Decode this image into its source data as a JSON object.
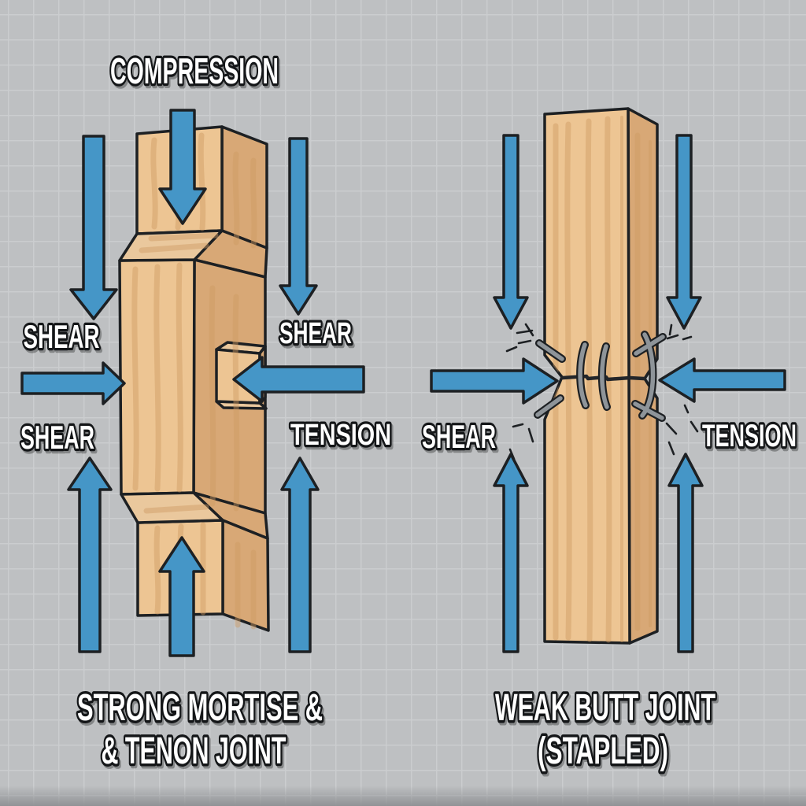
{
  "title": "Wood joint forces diagram",
  "labels": {
    "compression": "COMPRESSION",
    "left_shear_top": "SHEAR",
    "left_shear_right": "SHEAR",
    "left_shear_bottom": "SHEAR",
    "left_tension": "TENSION",
    "right_shear": "SHEAR",
    "right_tension": "TENSION"
  },
  "captions": {
    "left_line1": "STRONG MORTISE &",
    "left_line2": "& TENON JOINT",
    "right_line1": "WEAK BUTT JOINT",
    "right_line2": "(STAPLED)"
  },
  "figures": {
    "left": {
      "name": "strong mortise & tenon joint",
      "forces": [
        "compression (down, top)",
        "shear (down, both sides)",
        "shear (horizontal into tenon, both sides)",
        "shear/tension (up, both sides)",
        "compression (up, bottom)"
      ]
    },
    "right": {
      "name": "weak butt joint (stapled)",
      "forces": [
        "shear (down, both sides)",
        "shear (horizontal, left)",
        "tension (horizontal, right)",
        "shear/tension (up, both sides)"
      ],
      "details": "horizontal crack at mid-height held by staples with stress marks"
    }
  },
  "colors": {
    "bg": "#bec0c2",
    "grid": "#cbcdcf",
    "bottom_shade": "#8e9093",
    "arrow_blue": "#4596c7",
    "outline": "#1d2023",
    "wood_front": "#edc593",
    "wood_side": "#d8a876",
    "wood_cross": "#eac89d",
    "wood_grain": "#cf9b63",
    "staple_gray": "#8e9499",
    "crack": "#23262a",
    "label_fill": "#ffffff",
    "label_stroke": "#141618"
  }
}
